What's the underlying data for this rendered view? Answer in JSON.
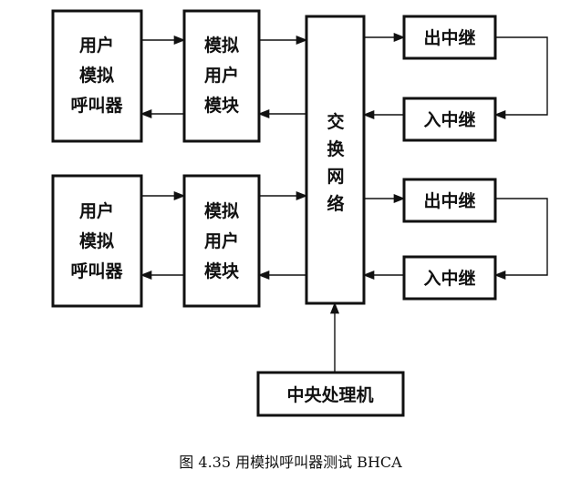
{
  "diagram": {
    "user_sim_1": [
      "用户",
      "模拟",
      "呼叫器"
    ],
    "analog_module_1": [
      "模拟",
      "用户",
      "模块"
    ],
    "switch_network": [
      "交",
      "换",
      "网",
      "络"
    ],
    "out_trunk_1": "出中继",
    "in_trunk_1": "入中继",
    "user_sim_2": [
      "用户",
      "模拟",
      "呼叫器"
    ],
    "analog_module_2": [
      "模拟",
      "用户",
      "模块"
    ],
    "out_trunk_2": "出中继",
    "in_trunk_2": "入中继",
    "cpu": "中央处理机"
  },
  "caption": "图 4.35  用模拟呼叫器测试 BHCA"
}
